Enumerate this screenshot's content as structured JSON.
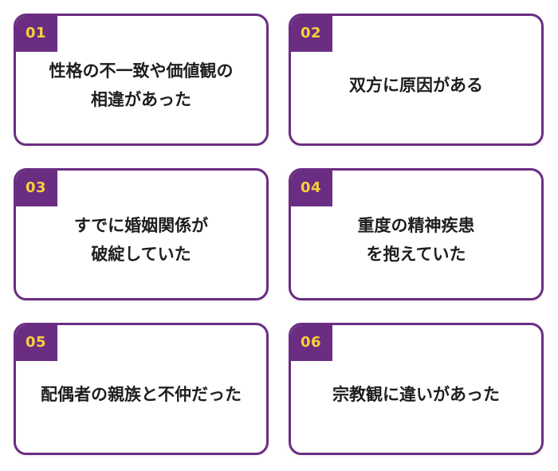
{
  "colors": {
    "accent": "#6b2d82",
    "badge_text": "#f7d13a",
    "body_text": "#1e1e1e",
    "background": "#ffffff"
  },
  "cards": [
    {
      "number": "01",
      "text": "性格の不一致や価値観の\n相違があった"
    },
    {
      "number": "02",
      "text": "双方に原因がある"
    },
    {
      "number": "03",
      "text": "すでに婚姻関係が\n破綻していた"
    },
    {
      "number": "04",
      "text": "重度の精神疾患\nを抱えていた"
    },
    {
      "number": "05",
      "text": "配偶者の親族と不仲だった"
    },
    {
      "number": "06",
      "text": "宗教観に違いがあった"
    }
  ]
}
